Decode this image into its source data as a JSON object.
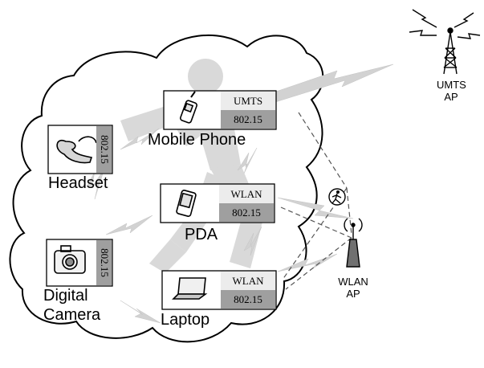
{
  "diagram": {
    "devices": {
      "mobile_phone": {
        "label": "Mobile Phone",
        "tags": [
          "UMTS",
          "802.15"
        ]
      },
      "headset": {
        "label": "Headset",
        "tags": [
          "802.15"
        ]
      },
      "pda": {
        "label": "PDA",
        "tags": [
          "WLAN",
          "802.15"
        ]
      },
      "digital_camera": {
        "label_line1": "Digital",
        "label_line2": "Camera",
        "tags": [
          "802.15"
        ]
      },
      "laptop": {
        "label": "Laptop",
        "tags": [
          "WLAN",
          "802.15"
        ]
      }
    },
    "access_points": {
      "umts": {
        "line1": "UMTS",
        "line2": "AP"
      },
      "wlan": {
        "line1": "WLAN",
        "line2": "AP"
      }
    },
    "colors": {
      "cloud_fill": "#ffffff",
      "outline": "#000000",
      "bolt": "#d2d2d2",
      "silhouette": "#d9d9d9",
      "tag_top": "#ececec",
      "tag_bottom": "#9f9f9f"
    },
    "icons": [
      "phone-icon",
      "headset-icon",
      "pda-icon",
      "camera-icon",
      "laptop-icon",
      "umts-tower-icon",
      "wlan-antenna-icon",
      "person-icon"
    ]
  }
}
